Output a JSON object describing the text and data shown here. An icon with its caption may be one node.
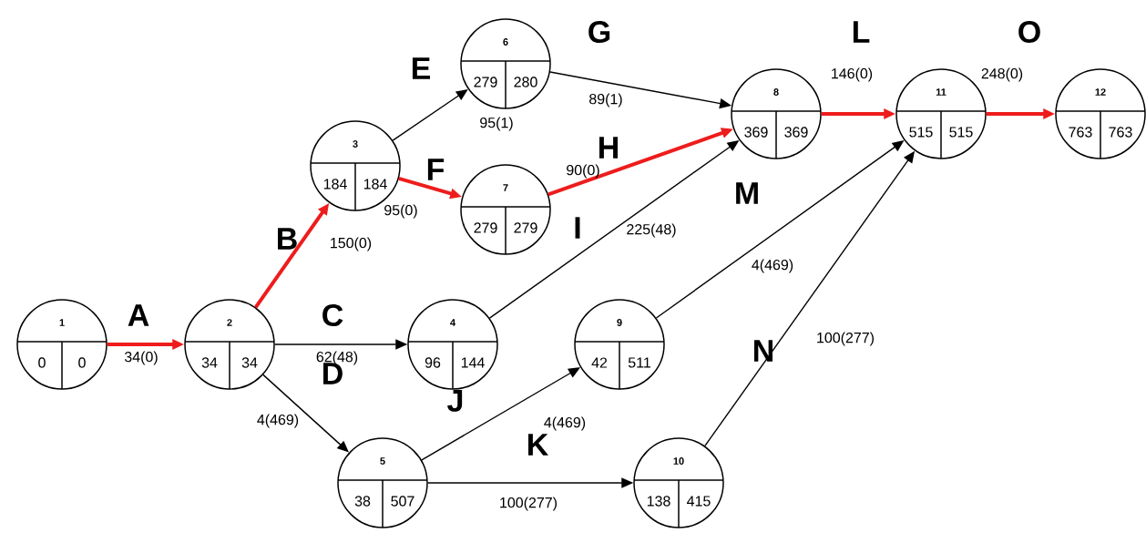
{
  "diagram": {
    "nodes": [
      {
        "text": [
          "1",
          "0",
          "0"
        ]
      },
      {
        "text": [
          "2",
          "34",
          "34"
        ]
      },
      {
        "text": [
          "3",
          "184",
          "184"
        ]
      },
      {
        "text": [
          "4",
          "96",
          "144"
        ]
      },
      {
        "text": [
          "5",
          "38",
          "507"
        ]
      },
      {
        "text": [
          "6",
          "279",
          "280"
        ]
      },
      {
        "text": [
          "7",
          "279",
          "279"
        ]
      },
      {
        "text": [
          "8",
          "369",
          "369"
        ]
      },
      {
        "text": [
          "9",
          "42",
          "511"
        ]
      },
      {
        "text": [
          "10",
          "138",
          "415"
        ]
      },
      {
        "text": [
          "11",
          "515",
          "515"
        ]
      },
      {
        "text": [
          "12",
          "763",
          "763"
        ]
      }
    ],
    "edges": [
      {
        "from": 0,
        "to": 1,
        "arrow": "to",
        "label": "A",
        "style": "thick",
        "color": "#ee1c1c"
      },
      {
        "from": 1,
        "to": 2,
        "arrow": "to",
        "label": "B",
        "style": "thick",
        "color": "#ee1c1c"
      },
      {
        "from": 1,
        "to": 3,
        "arrow": "to",
        "label": "C"
      },
      {
        "from": 1,
        "to": 4,
        "arrow": "to",
        "label": "D"
      },
      {
        "from": 2,
        "to": 5,
        "arrow": "to",
        "label": "E"
      },
      {
        "from": 2,
        "to": 6,
        "arrow": "to",
        "label": "F",
        "style": "thick",
        "color": "#ee1c1c"
      },
      {
        "from": 5,
        "to": 7,
        "arrow": "to",
        "label": "G"
      },
      {
        "from": 6,
        "to": 7,
        "arrow": "to",
        "label": "H",
        "style": "thick",
        "color": "#ee1c1c"
      },
      {
        "from": 3,
        "to": 7,
        "arrow": "to",
        "label": "I"
      },
      {
        "from": 4,
        "to": 8,
        "arrow": "to",
        "label": "J"
      },
      {
        "from": 4,
        "to": 9,
        "arrow": "to",
        "label": "K"
      },
      {
        "from": 7,
        "to": 10,
        "arrow": "to",
        "label": "L",
        "style": "thick",
        "color": "#ee1c1c"
      },
      {
        "from": 8,
        "to": 10,
        "arrow": "to",
        "label": "M"
      },
      {
        "from": 9,
        "to": 10,
        "arrow": "to",
        "label": "N"
      },
      {
        "from": 10,
        "to": 11,
        "arrow": "to",
        "label": "O",
        "style": "thick",
        "color": "#ee1c1c"
      }
    ],
    "labels": [
      "89(1)",
      "95(1)",
      "146(0)",
      "248(0)",
      "90(0)",
      "95(0)",
      "225(48)",
      "150(0)",
      "4(469)",
      "62(48)",
      "34(0)",
      "100(277)",
      "4(469)",
      "4(469)",
      "100(277)"
    ]
  }
}
